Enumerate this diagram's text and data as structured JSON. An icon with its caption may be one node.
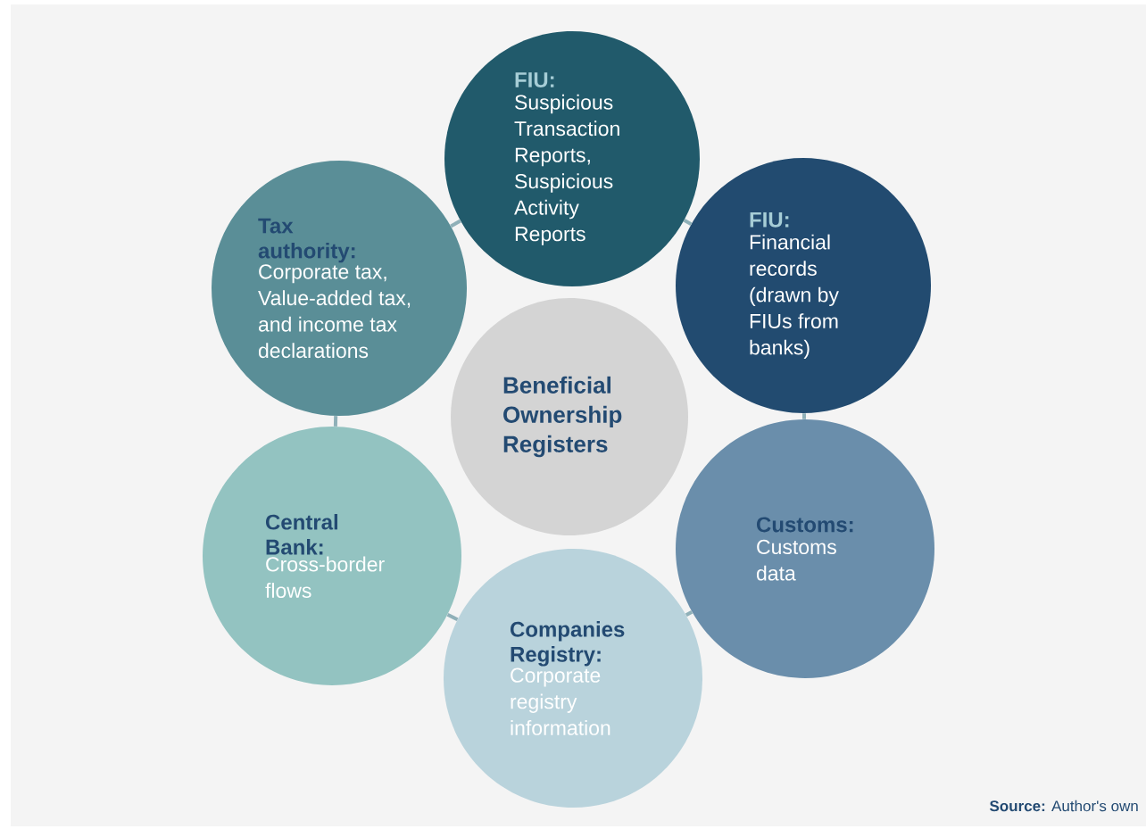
{
  "diagram": {
    "nodes": [
      {
        "text": [
          "FIU:",
          "Suspicious Transaction Reports, Suspicious Activity Reports"
        ]
      },
      {
        "text": [
          "FIU:",
          "Financial records (drawn by FIUs from banks)"
        ]
      },
      {
        "text": [
          "Customs:",
          "Customs data"
        ]
      },
      {
        "text": [
          "Companies Registry:",
          "Corporate registry information"
        ]
      },
      {
        "text": [
          "Central Bank:",
          "Cross-border flows"
        ]
      },
      {
        "text": [
          "Tax authority:",
          "Corporate tax, Value-added tax, and income tax declarations"
        ]
      },
      {
        "text": [
          "Beneficial Ownership Registers"
        ]
      }
    ],
    "edges": [
      {
        "from": 0,
        "to": 1,
        "arrow": "none"
      },
      {
        "from": 1,
        "to": 2,
        "arrow": "none"
      },
      {
        "from": 2,
        "to": 3,
        "arrow": "none"
      },
      {
        "from": 3,
        "to": 4,
        "arrow": "none"
      },
      {
        "from": 4,
        "to": 5,
        "arrow": "none"
      },
      {
        "from": 5,
        "to": 0,
        "arrow": "none"
      }
    ],
    "labels": [
      "**Source:** Author's own"
    ]
  }
}
